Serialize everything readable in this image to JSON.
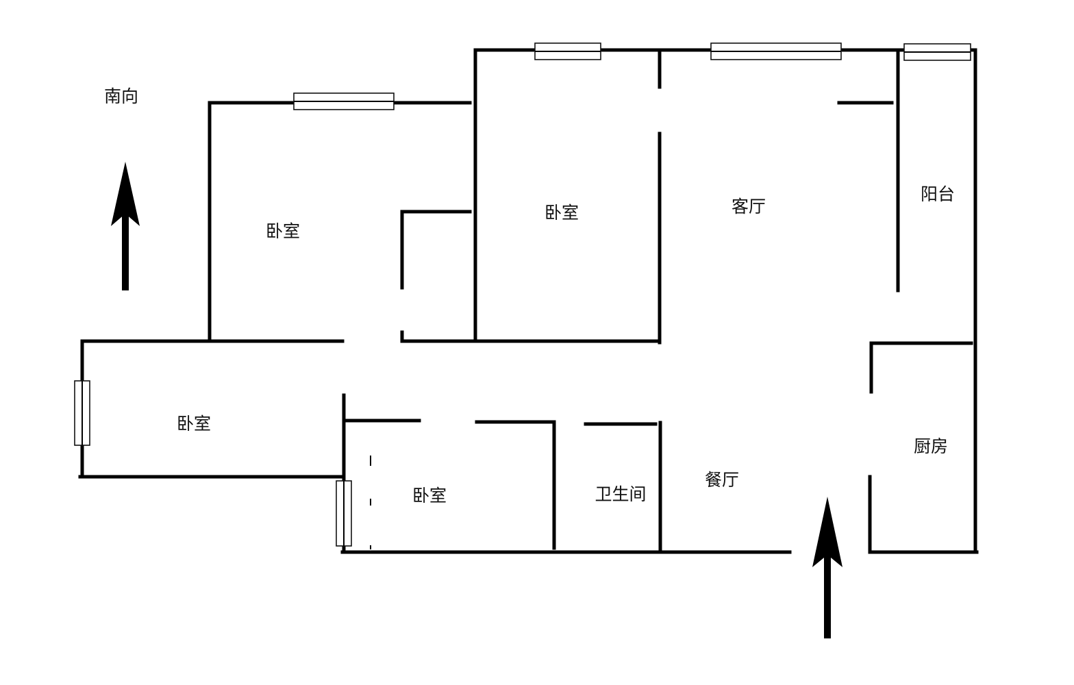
{
  "diagram": {
    "type": "floor_plan",
    "orientation_label": "南向",
    "rooms": [
      {
        "name": "卧室",
        "id": "bedroom-northwest"
      },
      {
        "name": "卧室",
        "id": "bedroom-north"
      },
      {
        "name": "客厅",
        "id": "living-room"
      },
      {
        "name": "阳台",
        "id": "balcony"
      },
      {
        "name": "卧室",
        "id": "bedroom-west"
      },
      {
        "name": "卧室",
        "id": "bedroom-south"
      },
      {
        "name": "卫生间",
        "id": "bathroom"
      },
      {
        "name": "餐厅",
        "id": "dining-room"
      },
      {
        "name": "厨房",
        "id": "kitchen"
      }
    ],
    "arrows": [
      {
        "id": "south-orientation-arrow",
        "direction": "up"
      },
      {
        "id": "entrance-arrow",
        "direction": "up"
      }
    ],
    "colors": {
      "wall": "#000000",
      "background": "#ffffff"
    }
  }
}
